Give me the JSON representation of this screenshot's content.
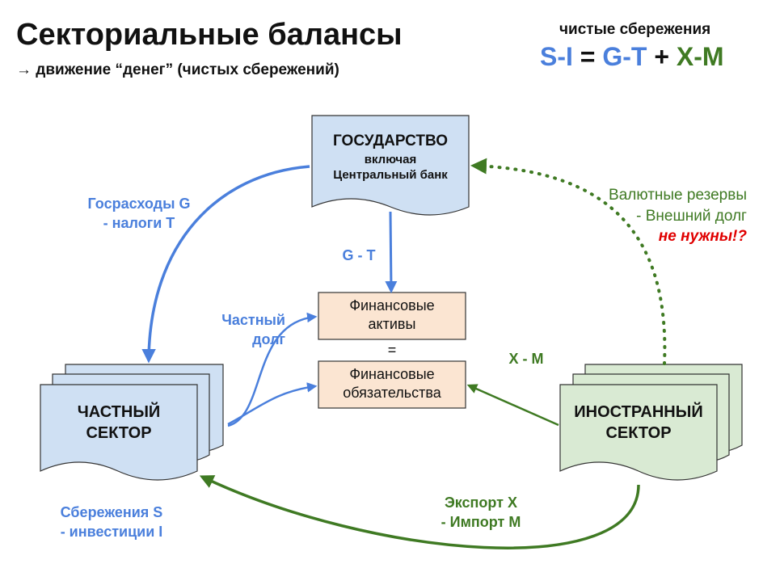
{
  "header": {
    "title": "Секториальные балансы",
    "subtitle": "→ движение “денег” (чистых сбережений)"
  },
  "formula": {
    "caption": "чистые сбережения",
    "si": "S-I",
    "eq": " = ",
    "gt": "G-T",
    "plus": " + ",
    "xm": "X-M",
    "colors": {
      "si": "#4a7fdc",
      "gt": "#4a7fdc",
      "xm": "#3f7a23",
      "ops": "#111111"
    }
  },
  "nodes": {
    "government": {
      "line1": "ГОСУДАРСТВО",
      "line2": "включая",
      "line3": "Центральный банк"
    },
    "private": {
      "line1": "ЧАСТНЫЙ",
      "line2": "СЕКТОР"
    },
    "foreign": {
      "line1": "ИНОСТРАННЫЙ",
      "line2": "СЕКТОР"
    },
    "assets": {
      "line1": "Финансовые",
      "line2": "активы"
    },
    "equals": "=",
    "liabilities": {
      "line1": "Финансовые",
      "line2": "обязательства"
    }
  },
  "flows": {
    "gov_spending": {
      "line1": "Госрасходы G",
      "line2": "- налоги T"
    },
    "g_minus_t": "G - T",
    "private_debt": {
      "line1": "Частный",
      "line2": "долг"
    },
    "x_minus_m": "X - M",
    "reserves": {
      "line1": "Валютные резервы",
      "line2": "- Внешний долг",
      "line3": "не нужны!?"
    },
    "savings": {
      "line1": "Сбережения S",
      "line2": "- инвестиции I"
    },
    "export_import": {
      "line1": "Экспорт X",
      "line2": "- Импорт M"
    }
  },
  "colors": {
    "blue": "#4a7fdc",
    "green": "#3f7a23",
    "red": "#e00000",
    "box_blue_fill": "#cfe0f3",
    "box_green_fill": "#d9ead3",
    "box_orange_fill": "#fbe5d2"
  }
}
